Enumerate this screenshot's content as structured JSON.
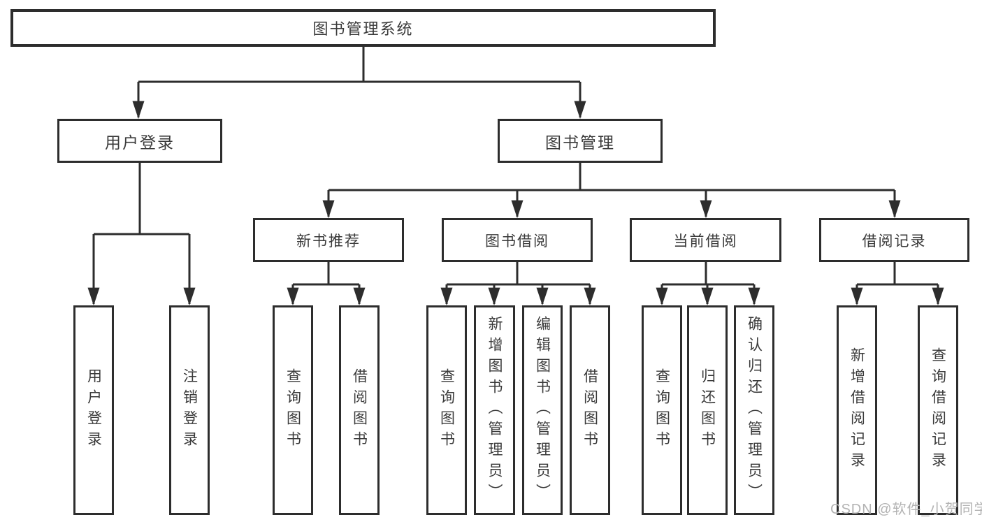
{
  "tree": {
    "root": {
      "label": "图书管理系统"
    },
    "children": [
      {
        "label": "用户登录",
        "children": [
          {
            "label": "用户登录"
          },
          {
            "label": "注销登录"
          }
        ]
      },
      {
        "label": "图书管理",
        "children": [
          {
            "label": "新书推荐",
            "children": [
              {
                "label": "查询图书"
              },
              {
                "label": "借阅图书"
              }
            ]
          },
          {
            "label": "图书借阅",
            "children": [
              {
                "label": "查询图书"
              },
              {
                "label": "新增图书（管理员）"
              },
              {
                "label": "编辑图书（管理员）"
              },
              {
                "label": "借阅图书"
              }
            ]
          },
          {
            "label": "当前借阅",
            "children": [
              {
                "label": "查询图书"
              },
              {
                "label": "归还图书"
              },
              {
                "label": "确认归还（管理员）"
              }
            ]
          },
          {
            "label": "借阅记录",
            "children": [
              {
                "label": "新增借阅记录"
              },
              {
                "label": "查询借阅记录"
              }
            ]
          }
        ]
      }
    ]
  },
  "watermark": {
    "text": "CSDN @软件_小贺同学"
  },
  "colors": {
    "line": "#2d2d2d",
    "text": "#3a3a3a",
    "watermark": "#b3b3b3",
    "background": "#ffffff"
  }
}
